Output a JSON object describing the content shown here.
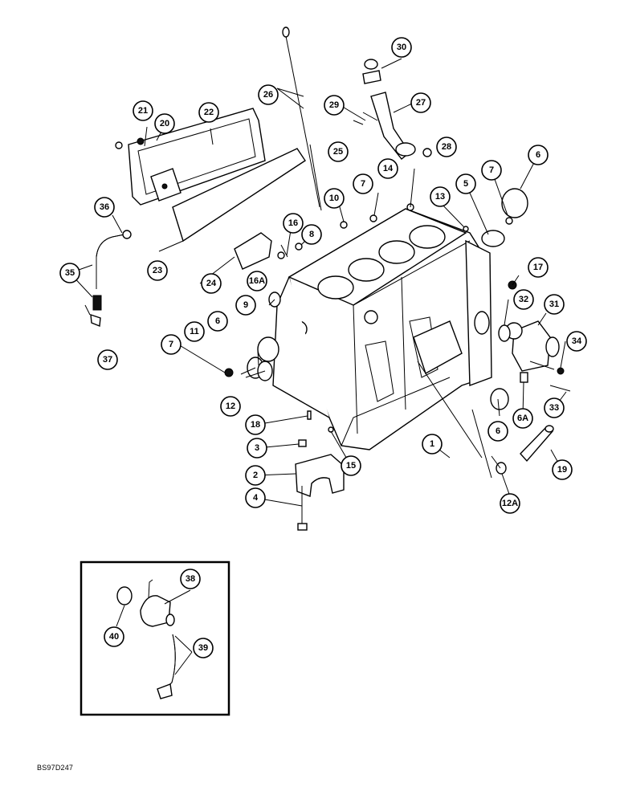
{
  "diagram": {
    "reference_code": "BS97D247",
    "callouts": [
      "1",
      "2",
      "3",
      "4",
      "5",
      "6",
      "7",
      "8",
      "9",
      "10",
      "11",
      "12",
      "12A",
      "13",
      "14",
      "15",
      "16",
      "16A",
      "17",
      "18",
      "19",
      "20",
      "21",
      "22",
      "23",
      "24",
      "25",
      "26",
      "27",
      "28",
      "29",
      "30",
      "31",
      "32",
      "33",
      "34",
      "35",
      "36",
      "37",
      "38",
      "39",
      "40",
      "6A"
    ]
  }
}
